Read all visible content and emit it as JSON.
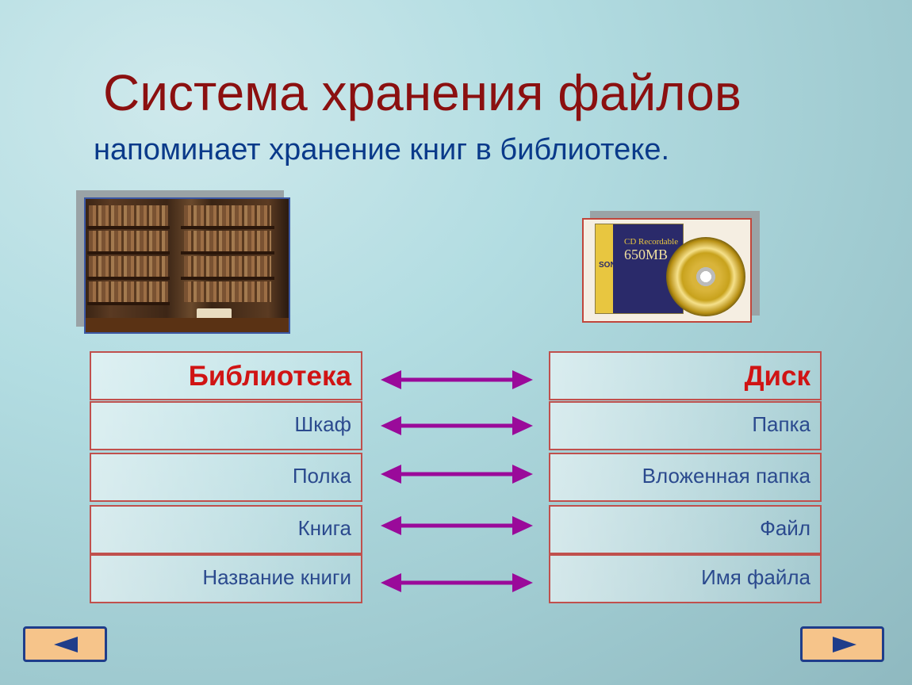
{
  "slide": {
    "title": "Система хранения файлов",
    "subtitle": "напоминает хранение книг в библиотеке."
  },
  "images": {
    "library": {
      "icon": "library-bookshelf-photo"
    },
    "disc": {
      "icon": "cd-recordable-photo",
      "brand": "SONY",
      "label_line1": "CD Recordable",
      "label_line2": "650MB"
    }
  },
  "table": {
    "left_header": "Библиотека",
    "right_header": "Диск",
    "rows": [
      {
        "left": "Шкаф",
        "right": "Папка"
      },
      {
        "left": "Полка",
        "right": "Вложенная папка"
      },
      {
        "left": "Книга",
        "right": "Файл"
      },
      {
        "left": "Название книги",
        "right": "Имя файла"
      }
    ]
  },
  "colors": {
    "title": "#8b1010",
    "subtitle": "#0a3a8a",
    "header_text": "#d01414",
    "cell_text": "#2b4a8e",
    "cell_border": "#c0504d",
    "arrow": "#9a0a9a",
    "nav_button_fill": "#f6c48a",
    "nav_button_border": "#1f3d8a"
  },
  "navigation": {
    "prev_icon": "triangle-left-icon",
    "next_icon": "triangle-right-icon"
  }
}
